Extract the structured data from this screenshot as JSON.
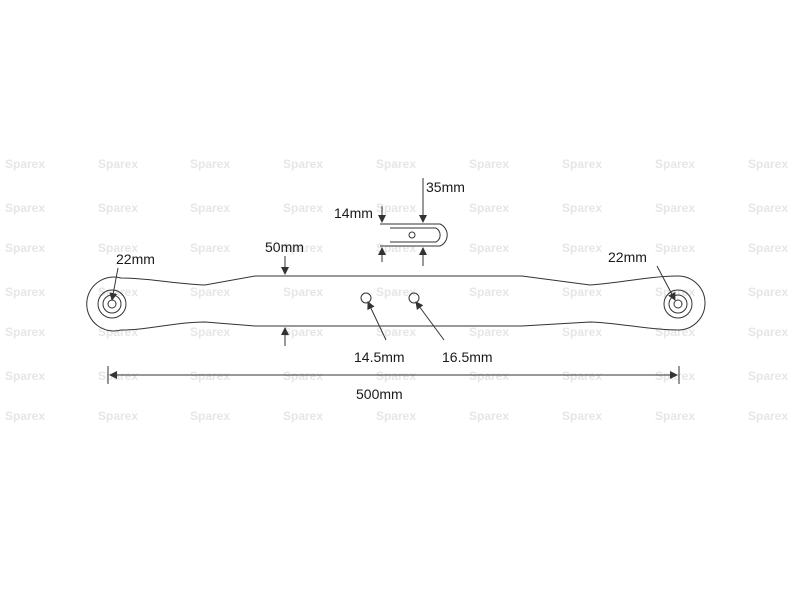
{
  "watermark": {
    "text": "Sparex",
    "color": "#e4e4e4"
  },
  "colors": {
    "line": "#333333",
    "text": "#1a1a1a",
    "background": "#ffffff"
  },
  "dimensions": {
    "left_eye": "22mm",
    "right_eye": "22mm",
    "width": "50mm",
    "clevis_thickness": "14mm",
    "clevis_width": "35mm",
    "hole_1": "14.5mm",
    "hole_2": "16.5mm",
    "length": "500mm"
  }
}
